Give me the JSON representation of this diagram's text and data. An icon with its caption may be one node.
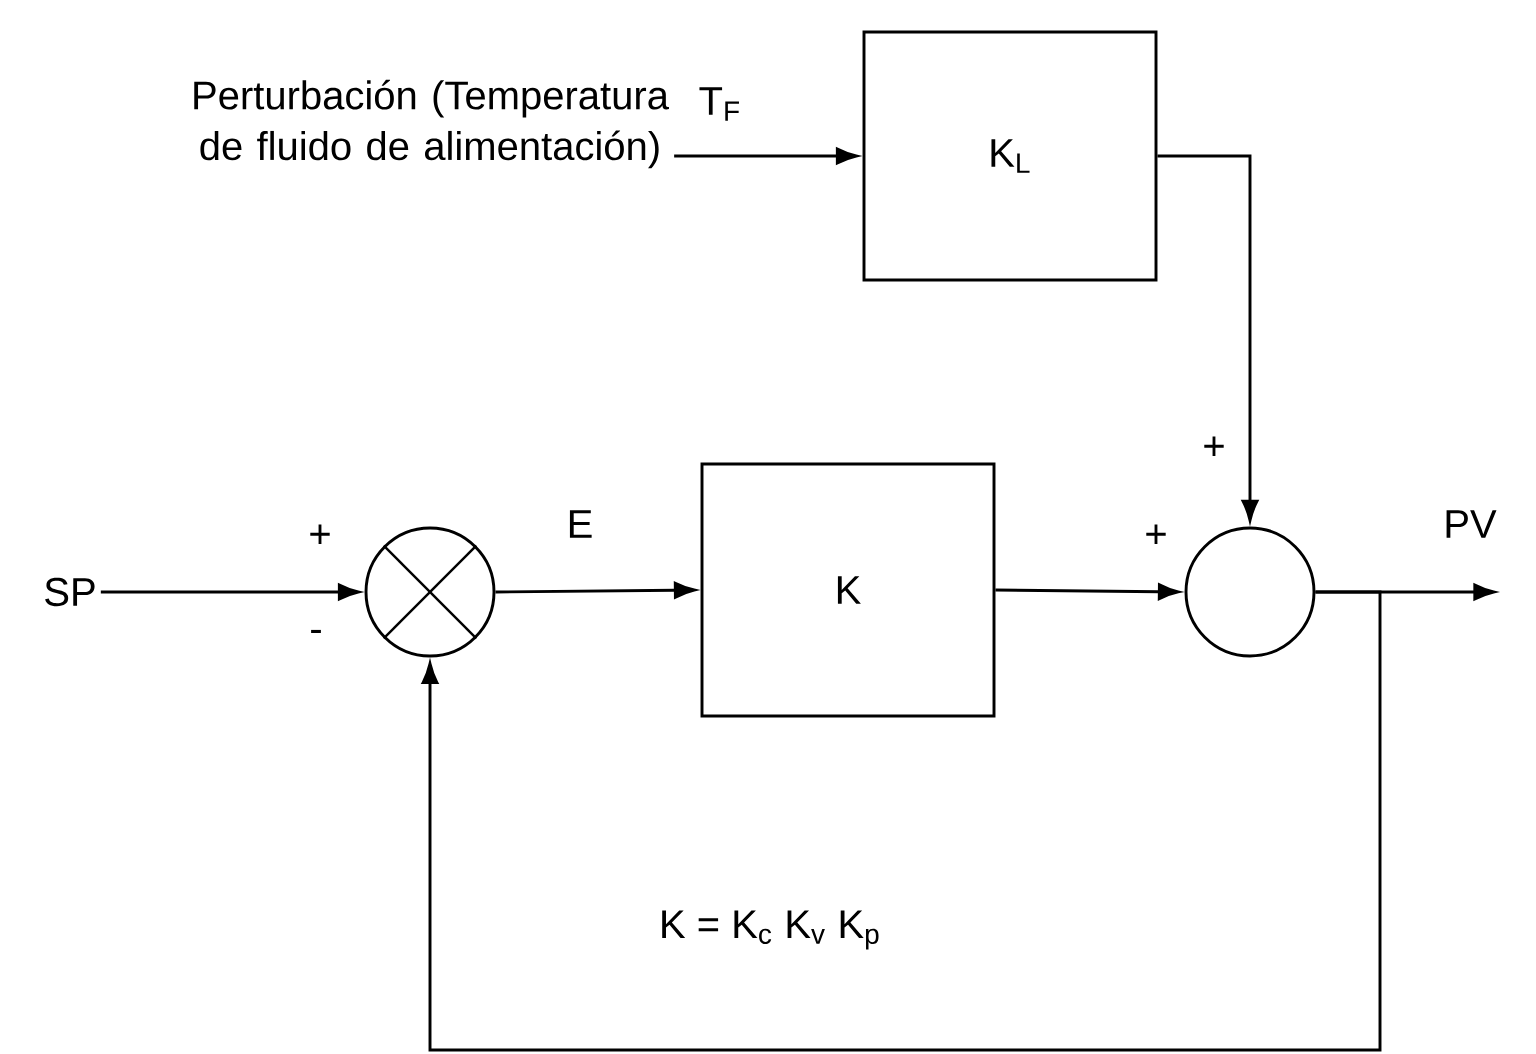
{
  "diagram": {
    "nodes": [
      {
        "text": [
          "Perturbación (Temperatura de fluido de alimentación)"
        ]
      },
      {
        "text": [
          "SP"
        ]
      },
      {
        "text": [
          "K$_{L}$"
        ]
      },
      {
        "text": [],
        "shape": "circle"
      },
      {
        "text": [
          "K"
        ]
      },
      {
        "text": [],
        "shape": "circle"
      }
    ],
    "edges": [
      {
        "from": 0,
        "to": 2,
        "arrow": "to",
        "label": "T$_{F}$"
      },
      {
        "from": 2,
        "to": 5,
        "arrow": "to"
      },
      {
        "from": 1,
        "to": 3,
        "arrow": "to"
      },
      {
        "from": 3,
        "to": 4,
        "arrow": "to",
        "label": "E"
      },
      {
        "from": 4,
        "to": 5,
        "arrow": "to"
      },
      {
        "from": 5,
        "to": null,
        "arrow": "to",
        "label": "PV"
      },
      {
        "from": 5,
        "to": 3,
        "arrow": "to"
      }
    ],
    "labels": [
      "+",
      "-",
      "+",
      "+",
      "K = K$_{c}$ K$_{v}$ K$_{p}$"
    ]
  }
}
